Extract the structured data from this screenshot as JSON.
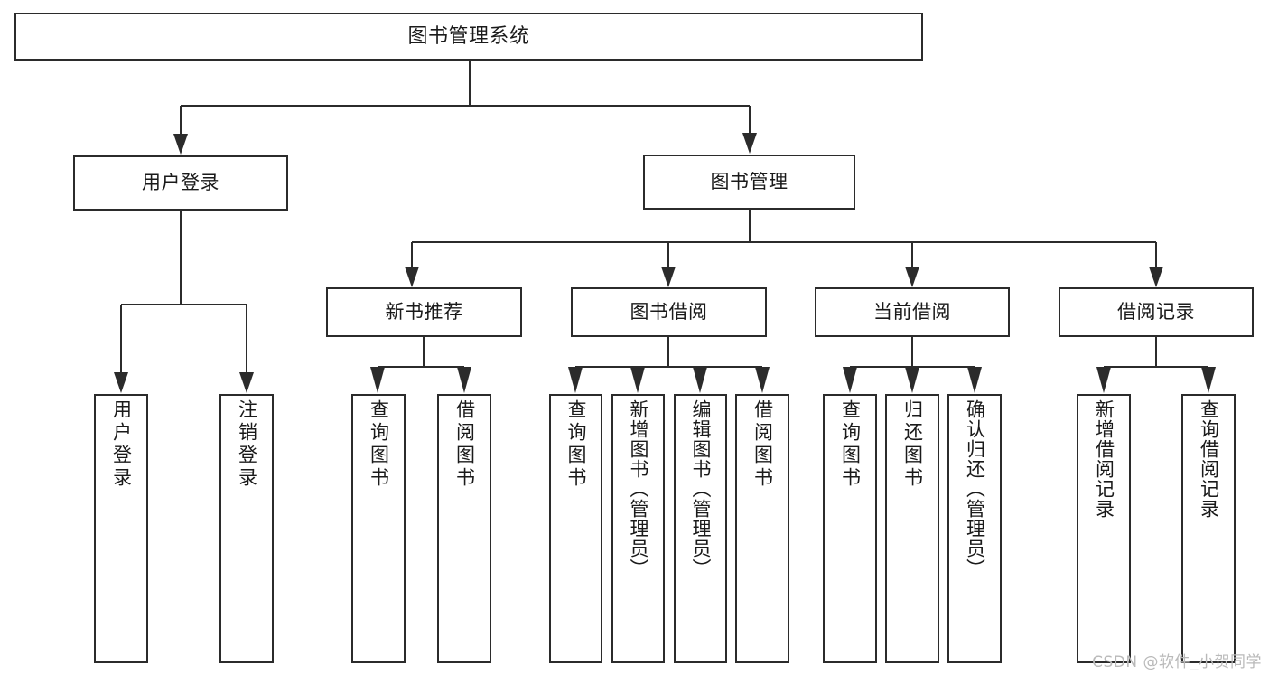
{
  "diagram": {
    "type": "tree",
    "title": "图书管理系统",
    "orientation": "top-down",
    "watermark": "CSDN @软件_小贺同学",
    "colors": {
      "stroke": "#2b2b2b",
      "fill": "#ffffff",
      "text": "#1a1a1a",
      "watermark": "#b9b9b9"
    },
    "nodes": {
      "root": {
        "label": "图书管理系统"
      },
      "level1": [
        {
          "label": "用户登录"
        },
        {
          "label": "图书管理"
        }
      ],
      "level2": [
        {
          "label": "新书推荐"
        },
        {
          "label": "图书借阅"
        },
        {
          "label": "当前借阅"
        },
        {
          "label": "借阅记录"
        }
      ],
      "leaves": {
        "user_login": [
          {
            "label": "用户登录"
          },
          {
            "label": "注销登录"
          }
        ],
        "new_book_recommend": [
          {
            "label": "查询图书"
          },
          {
            "label": "借阅图书"
          }
        ],
        "book_borrow": [
          {
            "label": "查询图书"
          },
          {
            "label": "新增图书（管理员）"
          },
          {
            "label": "编辑图书（管理员）"
          },
          {
            "label": "借阅图书"
          }
        ],
        "current_borrow": [
          {
            "label": "查询图书"
          },
          {
            "label": "归还图书"
          },
          {
            "label": "确认归还（管理员）"
          }
        ],
        "borrow_record": [
          {
            "label": "新增借阅记录"
          },
          {
            "label": "查询借阅记录"
          }
        ]
      }
    }
  }
}
